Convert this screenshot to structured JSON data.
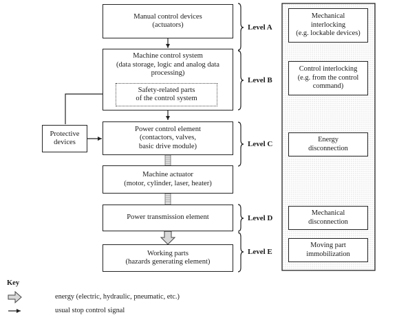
{
  "main_boxes": {
    "manual": [
      "Manual control devices",
      "(actuators)"
    ],
    "machine_control": [
      "Machine control system",
      "(data storage, logic and analog data",
      "processing)"
    ],
    "safety_parts": [
      "Safety-related parts",
      "of the control system"
    ],
    "power_control": [
      "Power control element",
      "(contactors, valves,",
      "basic drive module)"
    ],
    "machine_actuator": [
      "Machine actuator",
      "(motor, cylinder, laser, heater)"
    ],
    "power_transmission": [
      "Power transmission element"
    ],
    "working_parts": [
      "Working parts",
      "(hazards generating element)"
    ]
  },
  "protective": [
    "Protective",
    "devices"
  ],
  "levels": {
    "a": "Level A",
    "b": "Level B",
    "c": "Level C",
    "d": "Level D",
    "e": "Level E"
  },
  "right_boxes": {
    "mechanical_interlocking": [
      "Mechanical",
      "interlocking",
      "(e.g. lockable devices)"
    ],
    "control_interlocking": [
      "Control interlocking",
      "(e.g. from the control",
      "command)"
    ],
    "energy_disconnection": [
      "Energy",
      "disconnection"
    ],
    "mechanical_disconnection": [
      "Mechanical",
      "disconnection"
    ],
    "moving_part": [
      "Moving part",
      "immobilization"
    ]
  },
  "key": {
    "title": "Key",
    "energy": "energy (electric, hydraulic, pneumatic, etc.)",
    "stop_signal": "usual stop control signal"
  },
  "colors": {
    "line": "#222222",
    "stipple": "#cfcfcf",
    "energy_arrow_fill": "#d9d9d9"
  }
}
